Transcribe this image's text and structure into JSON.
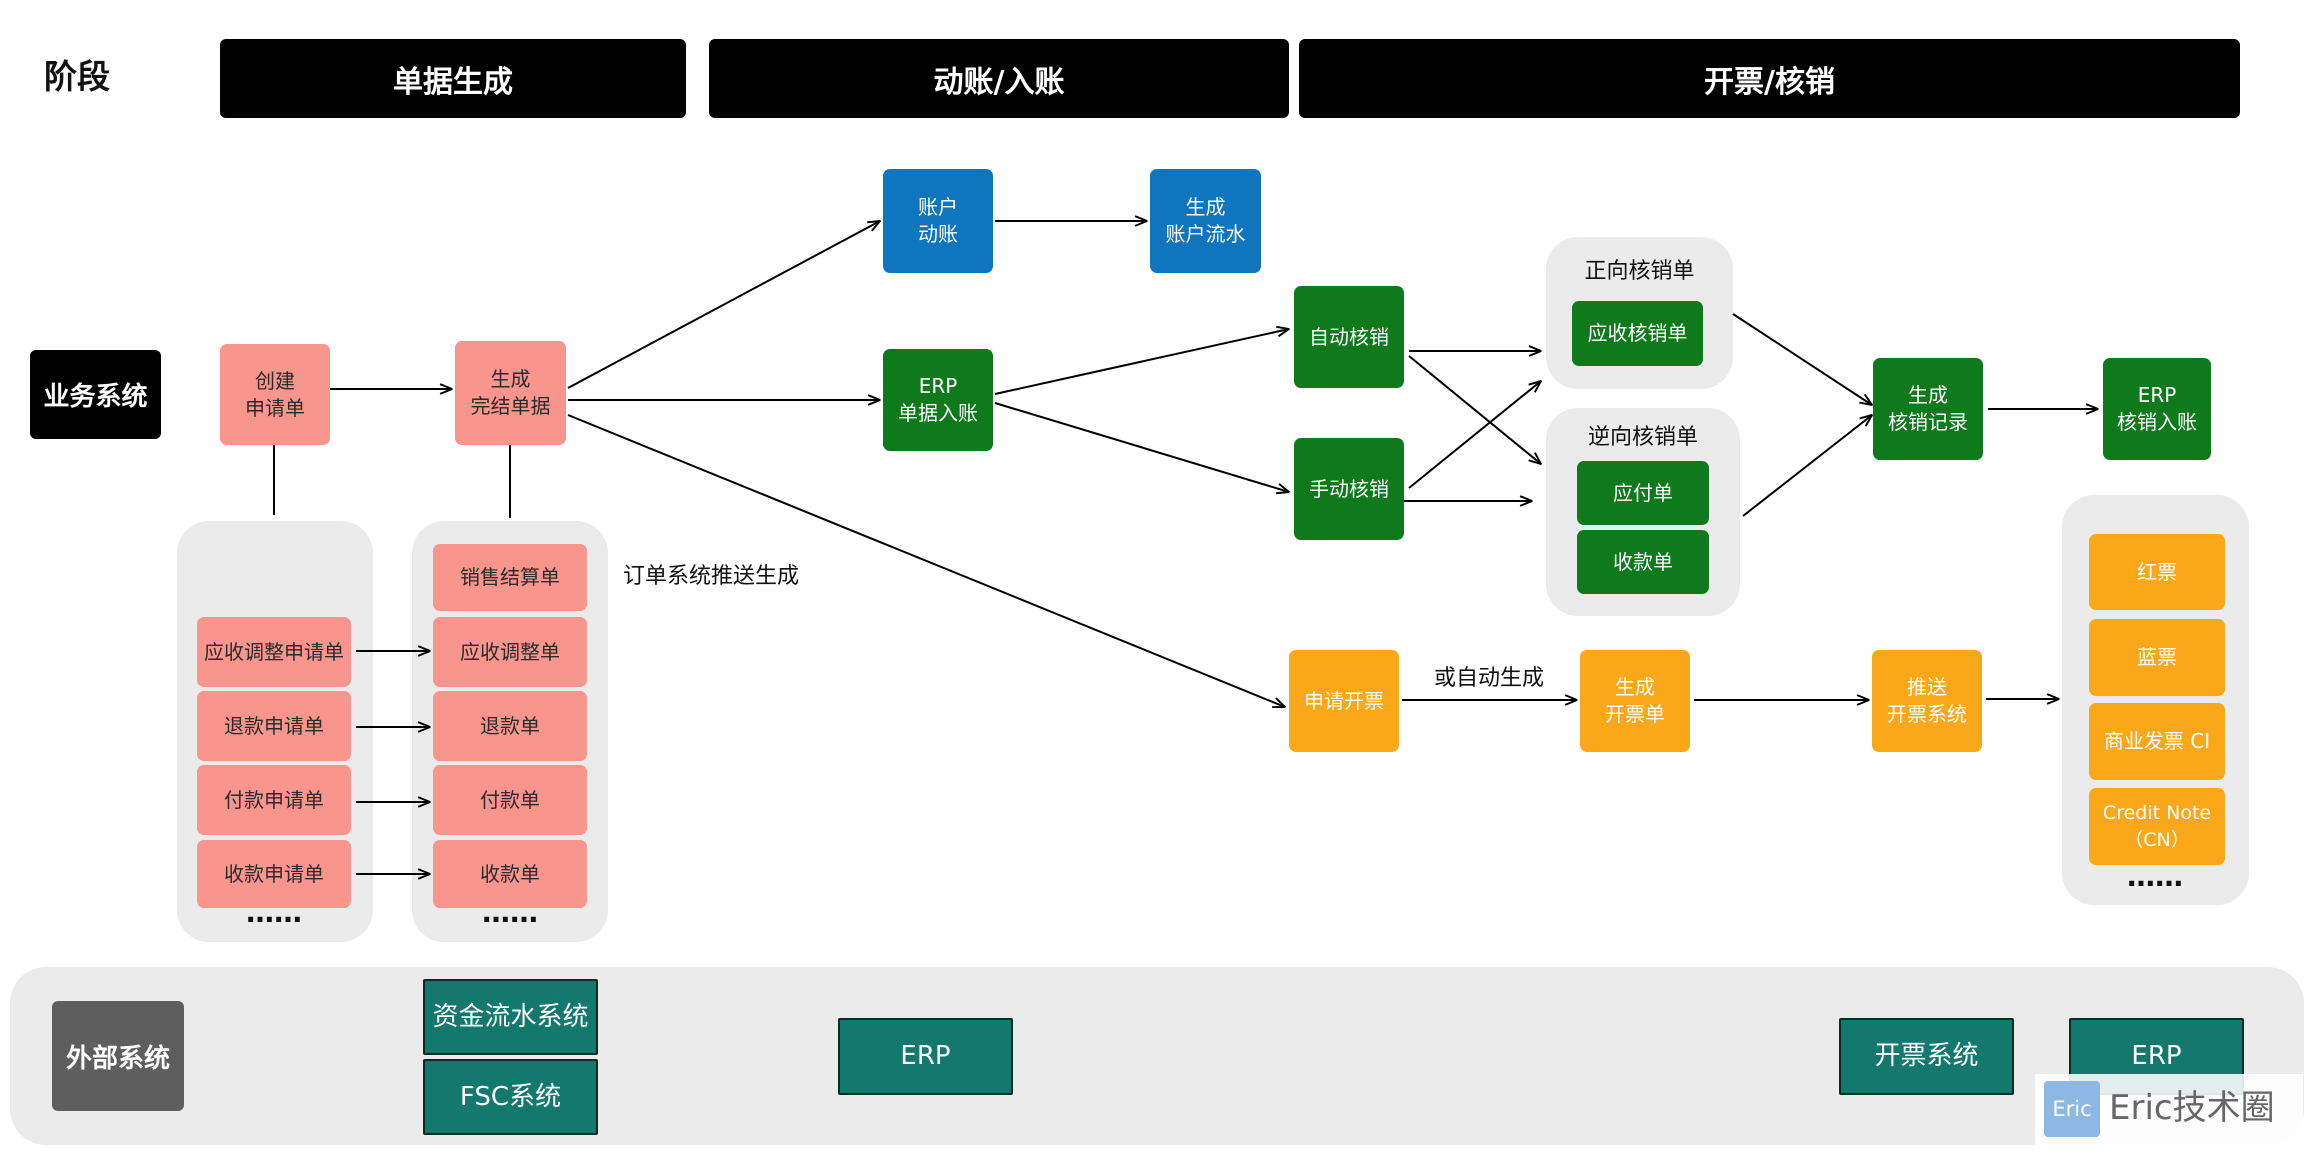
{
  "colors": {
    "phase_bar": "#000000",
    "business_label": "#000000",
    "external_label": "#5E5E5E",
    "pink": "#F8958D",
    "blue": "#0F75BE",
    "green": "#0E7A1B",
    "orange": "#FAA71A",
    "teal": "#13786E",
    "container_gray": "#EBEBEB",
    "watermark_logo": "#8DB8E2"
  },
  "header": {
    "stage_label": "阶段",
    "phases": [
      "单据生成",
      "动账/入账",
      "开票/核销"
    ]
  },
  "lanes": {
    "business_system": "业务系统",
    "external_system": "外部系统"
  },
  "document_generation": {
    "create_request": [
      "创建",
      "申请单"
    ],
    "generate_completed_doc": [
      "生成",
      "完结单据"
    ],
    "request_types": [
      "应收调整申请单",
      "退款申请单",
      "付款申请单",
      "收款申请单"
    ],
    "request_more": "……",
    "completed_doc_types": [
      "销售结算单",
      "应收调整单",
      "退款单",
      "付款单",
      "收款单"
    ],
    "completed_doc_more": "……",
    "order_system_note": "订单系统推送生成"
  },
  "posting": {
    "account_posting": [
      "账户",
      "动账"
    ],
    "generate_account_flow": [
      "生成",
      "账户流水"
    ],
    "erp_doc_posting": [
      "ERP",
      "单据入账"
    ]
  },
  "write_off": {
    "auto": "自动核销",
    "manual": "手动核销",
    "forward_group": {
      "title": "正向核销单",
      "items": [
        "应收核销单"
      ]
    },
    "reverse_group": {
      "title": "逆向核销单",
      "items": [
        "应付单",
        "收款单"
      ]
    },
    "generate_record": [
      "生成",
      "核销记录"
    ],
    "erp_posting": [
      "ERP",
      "核销入账"
    ]
  },
  "invoicing": {
    "apply_invoice": "申请开票",
    "auto_generate_note": "或自动生成",
    "generate_invoice": [
      "生成",
      "开票单"
    ],
    "push_invoice_system": [
      "推送",
      "开票系统"
    ],
    "invoice_types": [
      [
        "红票"
      ],
      [
        "蓝票"
      ],
      [
        "商业发票 CI"
      ],
      [
        "Credit Note",
        "（CN）"
      ]
    ],
    "invoice_more": "……"
  },
  "external_systems": [
    "资金流水系统",
    "FSC系统",
    "ERP",
    "开票系统",
    "ERP"
  ],
  "watermark": {
    "logo_text": "Eric",
    "text": "Eric技术圈"
  }
}
